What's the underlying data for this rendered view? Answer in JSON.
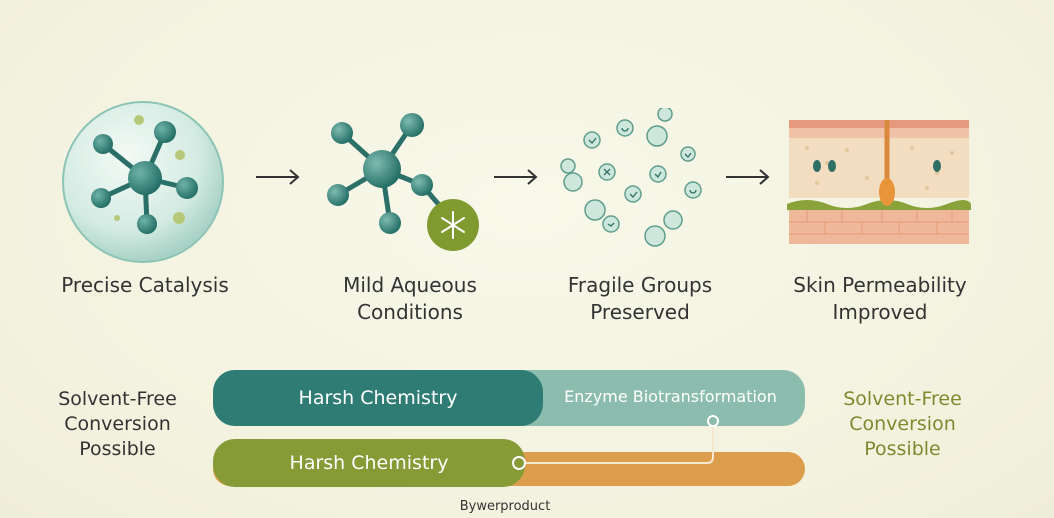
{
  "steps": [
    {
      "label_line1": "Precise Catalysis",
      "label_line2": "",
      "icon": "molecule-in-sphere-icon"
    },
    {
      "label_line1": "Mild Aqueous",
      "label_line2": "Conditions",
      "icon": "molecule-snowflake-icon"
    },
    {
      "label_line1": "Fragile Groups",
      "label_line2": "Preserved",
      "icon": "fragment-bubbles-icon"
    },
    {
      "label_line1": "Skin Permeability",
      "label_line2": "Improved",
      "icon": "skin-cross-section-icon"
    }
  ],
  "comparison": {
    "left_label": [
      "Solvent-Free",
      "Conversion",
      "Possible"
    ],
    "right_label": [
      "Solvent-Free",
      "Conversion",
      "Possible"
    ],
    "top_bar": {
      "left_text": "Harsh Chemistry",
      "right_text": "Enzyme Biotransformation"
    },
    "bottom_bar": {
      "left_text": "Harsh Chemistry"
    },
    "byproduct_label": "Bywerproduct"
  },
  "colors": {
    "teal_dark": "#2f7c74",
    "teal_light": "#8bbcae",
    "olive": "#869a36",
    "orange": "#dc9e4c",
    "side_left_text": "#333333",
    "side_right_text": "#7d8a2e"
  }
}
